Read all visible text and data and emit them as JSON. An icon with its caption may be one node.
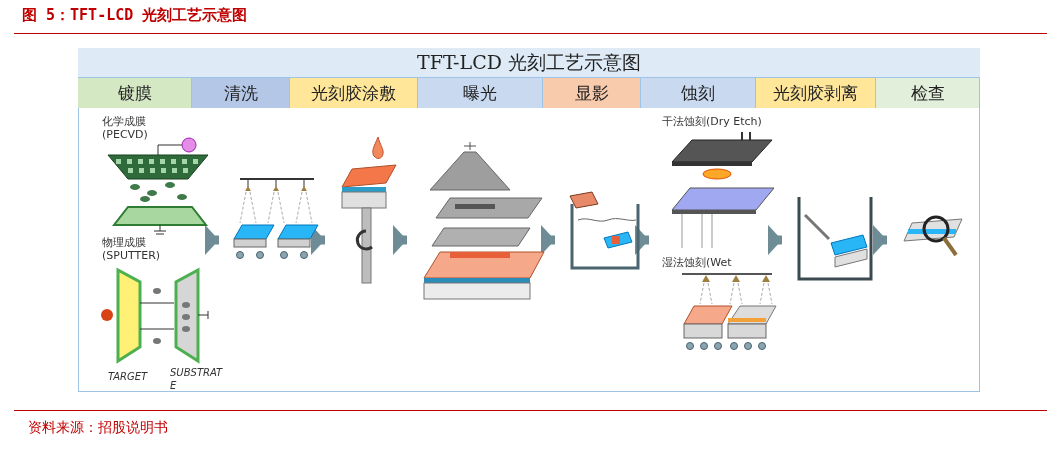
{
  "diagram": {
    "title": "图 5：TFT-LCD 光刻工艺示意图",
    "caption": "资料来源：招股说明书",
    "nodes": [
      {
        "text": [
          "镀膜"
        ]
      },
      {
        "text": [
          "清洗"
        ]
      },
      {
        "text": [
          "光刻胶涂敷"
        ]
      },
      {
        "text": [
          "曝光"
        ]
      },
      {
        "text": [
          "显影"
        ]
      },
      {
        "text": [
          "蚀刻"
        ]
      },
      {
        "text": [
          "光刻胶剥离"
        ]
      },
      {
        "text": [
          "检查"
        ]
      },
      {
        "text": [],
        "shape": "picture"
      },
      {
        "text": [],
        "shape": "picture"
      },
      {
        "text": [],
        "shape": "picture"
      },
      {
        "text": [],
        "shape": "picture"
      },
      {
        "text": [],
        "shape": "picture"
      },
      {
        "text": [],
        "shape": "picture"
      },
      {
        "text": [],
        "shape": "picture"
      },
      {
        "text": [],
        "shape": "picture"
      }
    ],
    "edges": [
      {
        "from": 8,
        "to": 9,
        "arrow": "to"
      },
      {
        "from": 9,
        "to": 10,
        "arrow": "to"
      },
      {
        "from": 10,
        "to": 11,
        "arrow": "to"
      },
      {
        "from": 11,
        "to": 12,
        "arrow": "to"
      },
      {
        "from": 12,
        "to": 13,
        "arrow": "to"
      },
      {
        "from": 13,
        "to": 14,
        "arrow": "to"
      },
      {
        "from": 14,
        "to": 15,
        "arrow": "to"
      }
    ],
    "labels": [
      "TFT-LCD 光刻工艺示意图",
      "化学成膜 (PECVD)",
      "物理成膜 (SPUTTER)",
      "TARGET",
      "SUBSTRAT E",
      "干法蚀刻(Dry Etch)",
      "湿法蚀刻(Wet"
    ]
  }
}
